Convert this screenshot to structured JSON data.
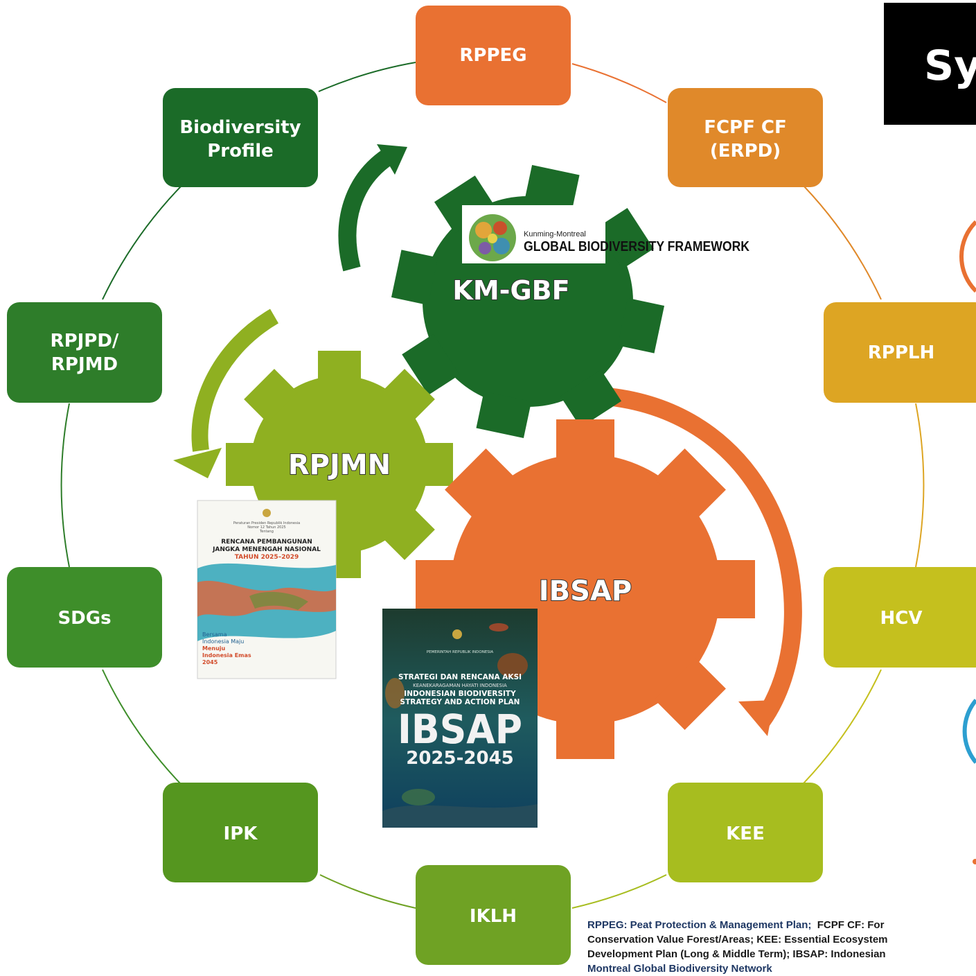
{
  "title_fragment": "Sy",
  "nodes": {
    "rppeg": "RPPEG",
    "fcpf": [
      "FCPF CF",
      "(ERPD)"
    ],
    "rpplh": "RPPLH",
    "hcv": "HCV",
    "kee": "KEE",
    "iklh": "IKLH",
    "ipk": "IPK",
    "sdgs": "SDGs",
    "rpjpd": [
      "RPJPD/",
      "RPJMD"
    ],
    "biodiversity": [
      "Biodiversity",
      "Profile"
    ]
  },
  "gears": {
    "kmgbf": "KM-GBF",
    "rpjmn": "RPJMN",
    "ibsap": "IBSAP"
  },
  "gbf_logo": {
    "line1": "Kunming-Montreal",
    "line2": "GLOBAL BIODIVERSITY FRAMEWORK"
  },
  "rpjmn_cover": {
    "header": [
      "Peraturan Presiden Republik Indonesia",
      "Nomor 12 Tahun 2025",
      "Tentang"
    ],
    "title1": "RENCANA PEMBANGUNAN",
    "title2": "JANGKA MENENGAH NASIONAL",
    "years": "TAHUN 2025–2029",
    "tag1": "Bersama",
    "tag2": "Indonesia Maju",
    "tag3": "Menuju",
    "tag4": "Indonesia Emas",
    "tag5": "2045"
  },
  "ibsap_cover": {
    "top": "PEMERINTAH REPUBLIK INDONESIA",
    "l1": "STRATEGI DAN RENCANA AKSI",
    "l2": "KEANEKARAGAMAN HAYATI INDONESIA",
    "l3": "INDONESIAN BIODIVERSITY",
    "l4": "STRATEGY AND ACTION PLAN",
    "big": "IBSAP",
    "years": "2025-2045"
  },
  "footnote": {
    "line1a": "RPPEG: Peat Protection & Management Plan;",
    "line1b": "FCPF CF: For",
    "line2": "Conservation Value Forest/Areas; KEE: Essential Ecosystem",
    "line3": "Development Plan (Long & Middle Term); IBSAP: Indonesian",
    "line4": "Montreal Global Biodiversity Network"
  },
  "colors": {
    "orange": "#E97132",
    "dark_green": "#1B6B28",
    "lime": "#8FB021",
    "olive": "#C5C01E",
    "mustard": "#DDA523",
    "amber": "#E0892A"
  }
}
